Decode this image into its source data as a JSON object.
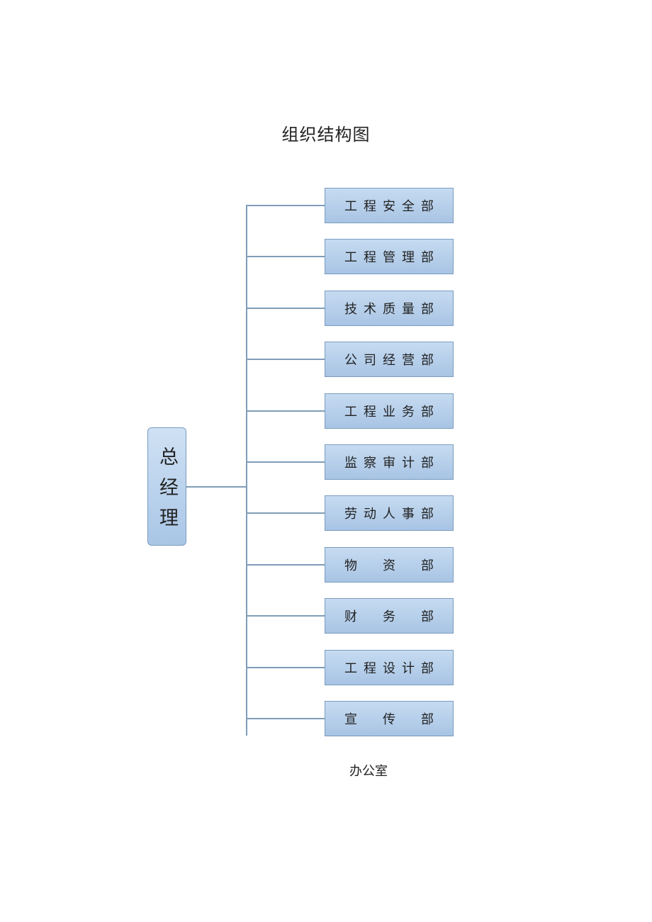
{
  "title": "组织结构图",
  "org_chart": {
    "root": {
      "label": "总经理"
    },
    "departments": [
      {
        "label": "工程安全部"
      },
      {
        "label": "工程管理部"
      },
      {
        "label": "技术质量部"
      },
      {
        "label": "公司经营部"
      },
      {
        "label": "工程业务部"
      },
      {
        "label": "监察审计部"
      },
      {
        "label": "劳动人事部"
      },
      {
        "label": "物　资　部"
      },
      {
        "label": "财　务　部"
      },
      {
        "label": "工程设计部"
      },
      {
        "label": "宣　传　部"
      }
    ],
    "trailing_text": "办公室"
  },
  "colors": {
    "box_fill_top": "#c6dbf1",
    "box_fill_bottom": "#a8c4e4",
    "box_border": "#7a9cc0",
    "connector": "#7f9db8"
  }
}
